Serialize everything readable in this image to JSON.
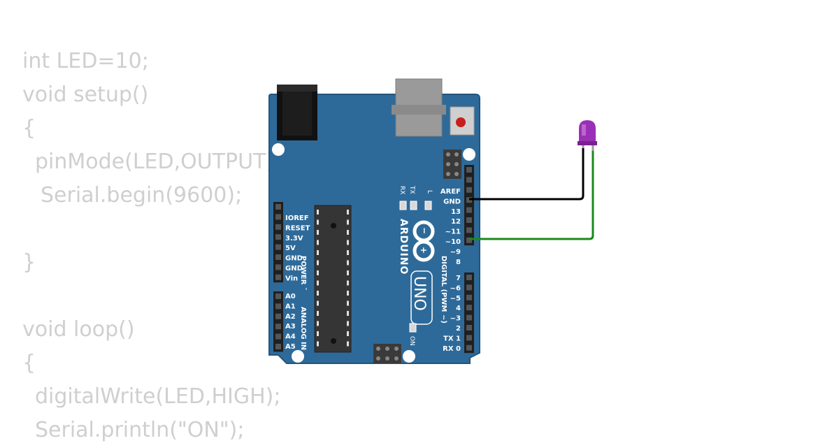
{
  "code_lines": [
    {
      "text": "int LED=10;",
      "indent": 0
    },
    {
      "text": "void setup()",
      "indent": 0
    },
    {
      "text": "{",
      "indent": 0
    },
    {
      "text": "pinMode(LED,OUTPUT);",
      "indent": 18
    },
    {
      "text": "Serial.begin(9600);",
      "indent": 26
    },
    {
      "text": "",
      "indent": 0
    },
    {
      "text": "}",
      "indent": 0
    },
    {
      "text": "",
      "indent": 0
    },
    {
      "text": "void loop()",
      "indent": 0
    },
    {
      "text": "{",
      "indent": 0
    },
    {
      "text": "digitalWrite(LED,HIGH);",
      "indent": 18
    },
    {
      "text": "Serial.println(\"ON\");",
      "indent": 18
    }
  ],
  "board": {
    "brand": "ARDUINO",
    "model": "UNO",
    "digital_label": "DIGITAL (PWM ~)",
    "power_label": "POWER",
    "analog_label": "ANALOG IN",
    "on_label": "ON",
    "tx_label": "TX",
    "rx_label": "RX",
    "l_label": "L",
    "power_pins": [
      "IOREF",
      "RESET",
      "3.3V",
      "5V",
      "GND",
      "GND",
      "Vin"
    ],
    "analog_pins": [
      "A0",
      "A1",
      "A2",
      "A3",
      "A4",
      "A5"
    ],
    "digital_upper": [
      "AREF",
      "GND",
      "13",
      "12",
      "~11",
      "~10",
      "~9",
      "8"
    ],
    "digital_lower": [
      "7",
      "~6",
      "~5",
      "4",
      "~3",
      "2",
      "TX 1",
      "RX 0"
    ],
    "colors": {
      "pcb": "#2e6a99",
      "pcb_dark": "#24557c"
    }
  },
  "led": {
    "color": "#9b2fb5"
  },
  "wires": [
    {
      "from": "GND",
      "to": "led-cathode",
      "color": "#000000"
    },
    {
      "from": "~10",
      "to": "led-anode",
      "color": "#1a8a1a"
    }
  ]
}
